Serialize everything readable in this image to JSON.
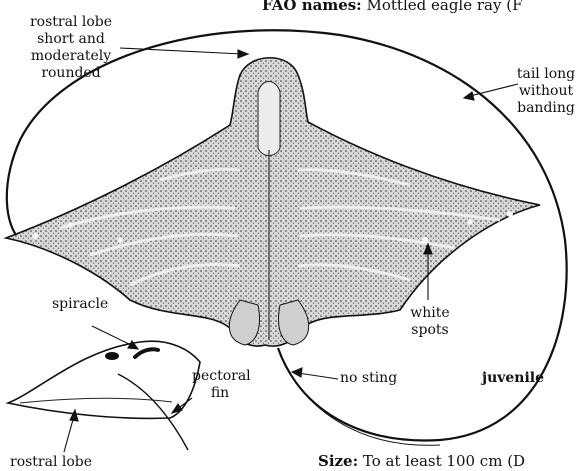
{
  "header": {
    "label": "FAO names:",
    "text": "Mottled eagle ray (F"
  },
  "footer": {
    "label": "Size:",
    "text": "To at least 100 cm (D"
  },
  "labels": {
    "rostral_lobe_top": "rostral lobe\nshort and\nmoderately\nrounded",
    "tail": "tail long\nwithout\nbanding",
    "white_spots": "white\nspots",
    "no_sting": "no sting",
    "juvenile": "juvenile",
    "spiracle": "spiracle",
    "pectoral_fin": "pectoral\nfin",
    "rostral_lobe_bottom": "rostral lobe"
  },
  "icons": [
    "eagle-ray-dorsal-illustration",
    "ray-head-side-illustration"
  ]
}
